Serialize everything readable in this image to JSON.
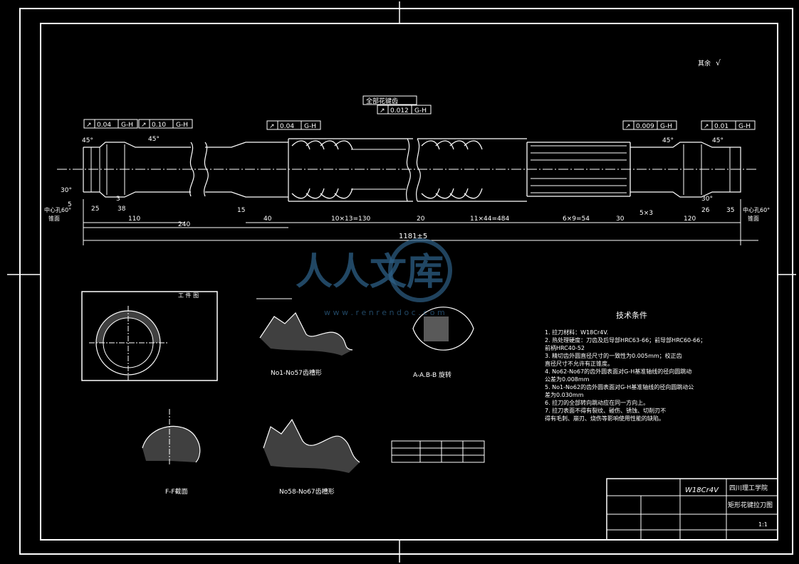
{
  "drawing": {
    "corner_note": "其余",
    "roughness_group_label": "全部花键齿",
    "tolerance_frames": [
      {
        "id": "tol-1",
        "value": "0.04",
        "datum": "G-H"
      },
      {
        "id": "tol-2",
        "value": "0.10",
        "datum": "G-H"
      },
      {
        "id": "tol-3",
        "value": "0.04",
        "datum": "G-H"
      },
      {
        "id": "tol-4",
        "value": "0.012",
        "datum": "G-H"
      },
      {
        "id": "tol-5",
        "value": "0.009",
        "datum": "G-H"
      },
      {
        "id": "tol-6",
        "value": "0.01",
        "datum": "G-H"
      }
    ],
    "angles": [
      "45°",
      "45°",
      "30°",
      "45°",
      "45°",
      "30°"
    ],
    "dimensions": {
      "d1": "110",
      "d2": "240",
      "d3": "40",
      "d4": "15",
      "d5": "10×13=130",
      "d6": "11×44=484",
      "d7": "6×9=54",
      "d8": "30",
      "d9": "120",
      "d10": "1181±5",
      "d11": "5×3",
      "d12": "25",
      "d13": "38",
      "d14": "3",
      "d15": "5",
      "d16": "26",
      "d17": "35",
      "d18": "20"
    },
    "center_hole_left": "中心孔60°",
    "center_hole_right": "中心孔60°",
    "center_note": "锥面",
    "views": {
      "workpiece_label": "工 件 图",
      "tooth1_title": "No1-No57齿槽形",
      "tooth2_title": "No58-No67齿槽形",
      "section_ab_title": "A-A.B-B 旋转",
      "section_ff_title": "F-F截面"
    },
    "tech": {
      "title": "技术条件",
      "lines": [
        "1. 拉刀材料：W18Cr4V.",
        "2. 热处理硬度：刀齿及后导部HRC63-66；前导部HRC60-66；",
        "   前柄HRC40-52",
        "3. 精切齿外圆直径尺寸的一致性为0.005mm；校正齿",
        "   直径尺寸不允许有正锥度。",
        "4. No62-No67的齿外圆表面对G-H基准轴线的径向圆跳动",
        "   公差为0.008mm",
        "5. No1-No62的齿外圆表面对G-H基准轴线的径向圆跳动公",
        "   差为0.030mm",
        "6. 拉刀的全部转向跳动应在同一方向上。",
        "7. 拉刀表面不得有裂纹、碰伤、锈蚀、切削刃不",
        "   得有毛刺、崩刃、烧伤等影响使用性能的缺陷。"
      ]
    },
    "title_block": {
      "material": "W18Cr4V",
      "school": "四川理工学院",
      "drawing_name": "矩形花键拉刀图",
      "scale": "1:1"
    },
    "watermark": {
      "text": "人人文库",
      "url": "w w w . r e n r e n d o c . c o m"
    }
  }
}
